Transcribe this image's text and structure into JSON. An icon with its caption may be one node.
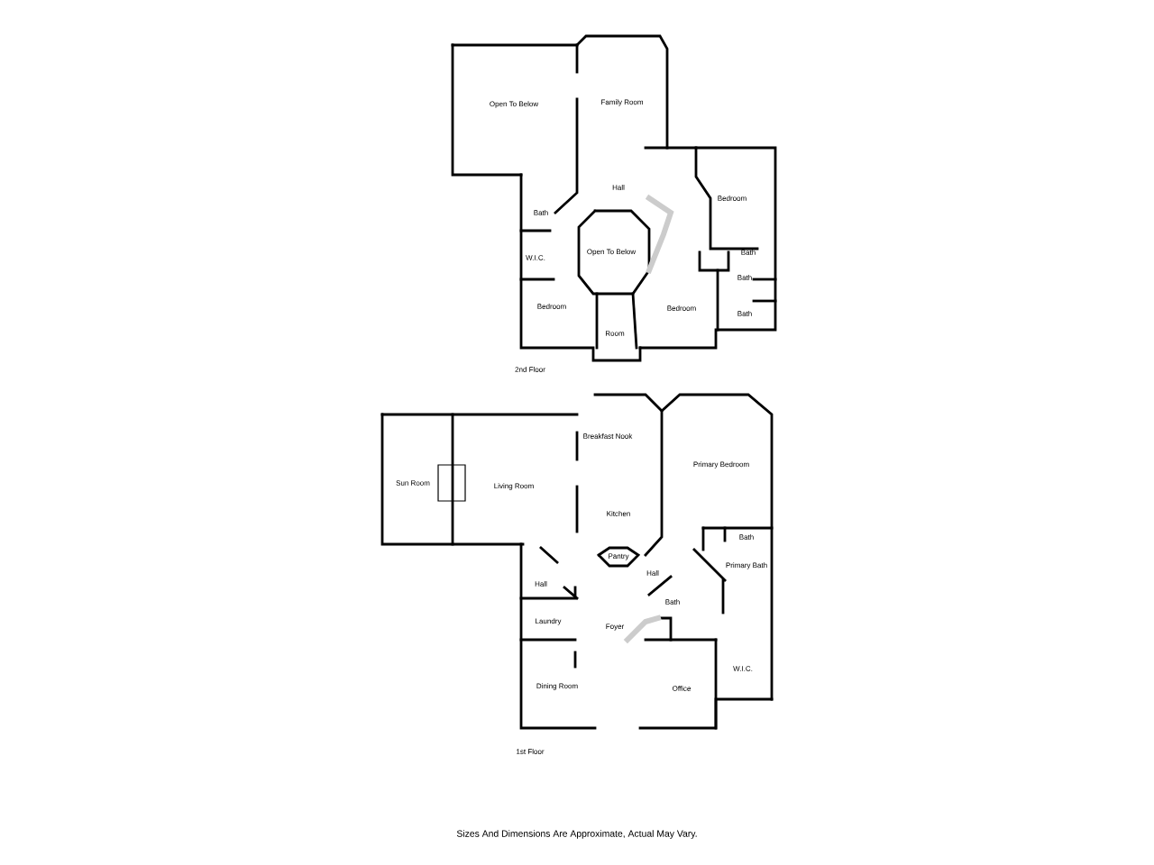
{
  "diagram": {
    "caption": "Sizes And Dimensions Are Approximate, Actual May Vary.",
    "labels": [
      "Open To Below",
      "Family Room",
      "Hall",
      "Bath",
      "Bedroom",
      "W.I.C.",
      "Open To Below",
      "Bath",
      "Bath",
      "Bath",
      "Bedroom",
      "Bedroom",
      "Room",
      "2nd Floor",
      "Breakfast Nook",
      "Sun Room",
      "Living Room",
      "Primary Bedroom",
      "Kitchen",
      "Pantry",
      "Hall",
      "Bath",
      "Primary Bath",
      "Hall",
      "Bath",
      "Laundry",
      "Foyer",
      "W.I.C.",
      "Dining Room",
      "Office",
      "1st Floor"
    ]
  }
}
